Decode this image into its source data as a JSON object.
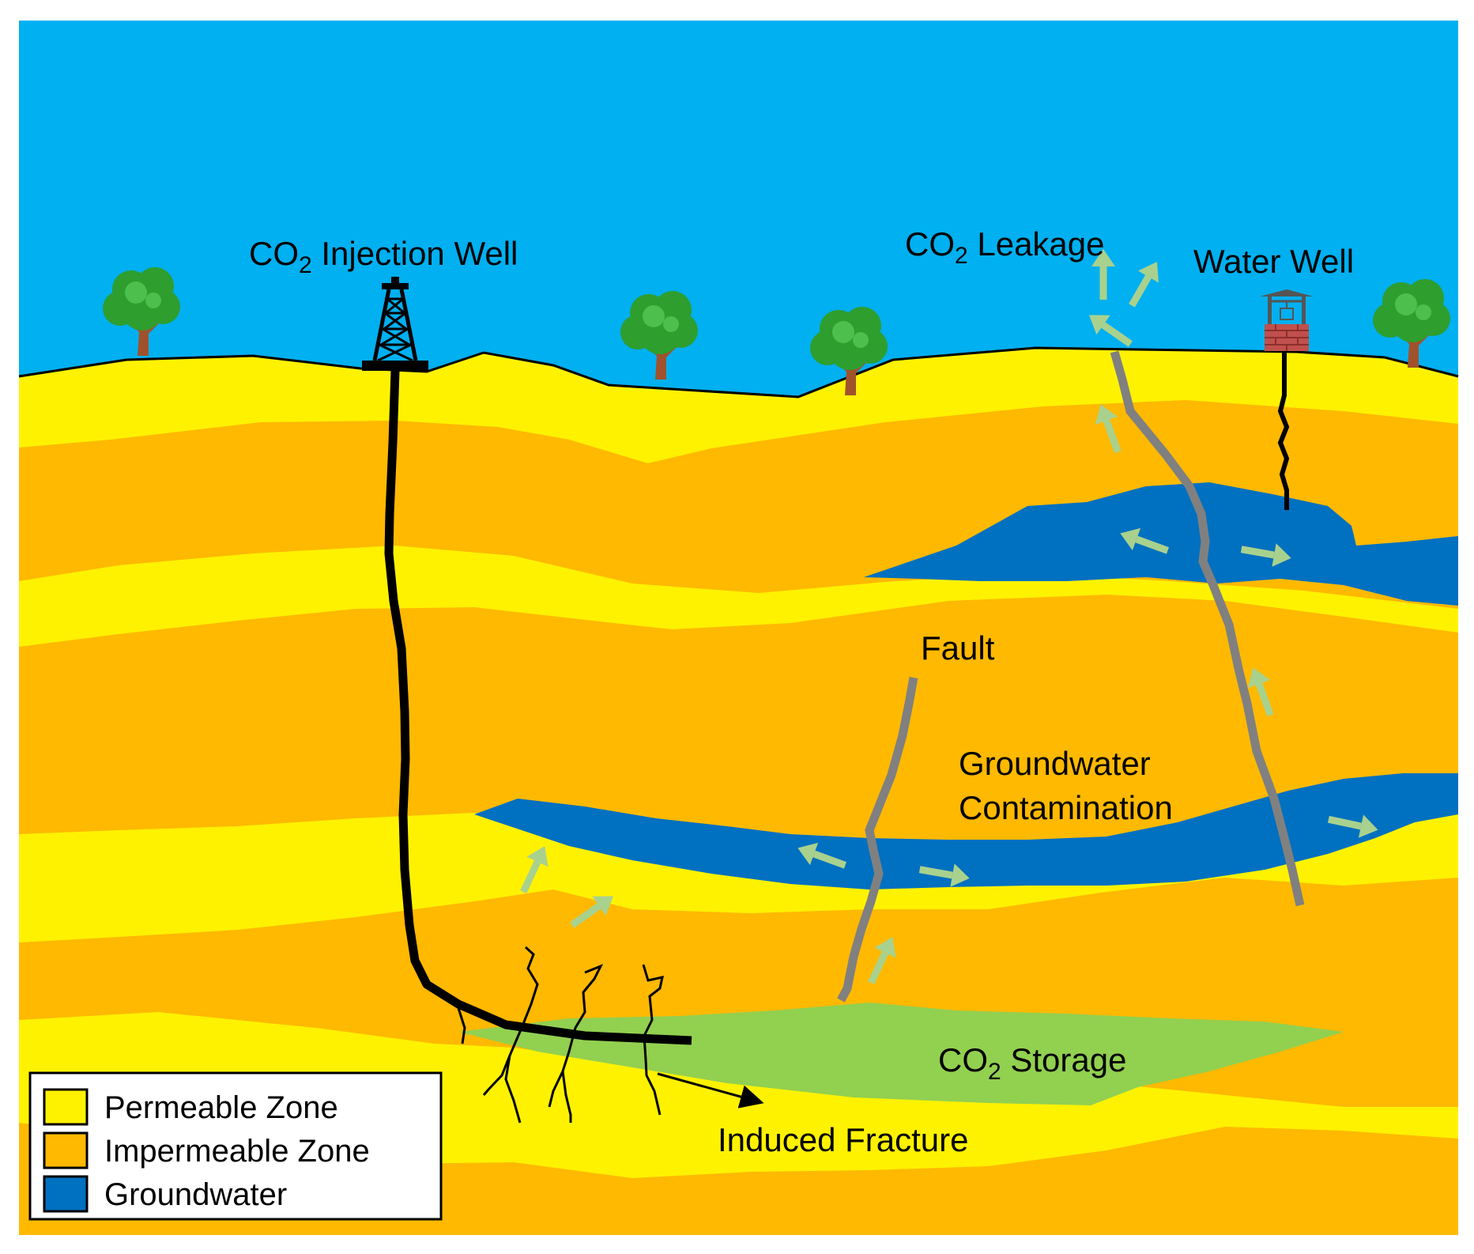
{
  "labels": {
    "injection_well": {
      "prefix": "CO",
      "sub": "2",
      "suffix": " Injection Well"
    },
    "leakage": {
      "prefix": "CO",
      "sub": "2",
      "suffix": " Leakage"
    },
    "water_well": "Water Well",
    "fault": "Fault",
    "contamination_line1": "Groundwater",
    "contamination_line2": "Contamination",
    "storage": {
      "prefix": "CO",
      "sub": "2",
      "suffix": " Storage"
    },
    "induced_fracture": "Induced Fracture"
  },
  "legend": [
    {
      "label": "Permeable Zone",
      "color": "#FFF200"
    },
    {
      "label": "Impermeable Zone",
      "color": "#FFB900"
    },
    {
      "label": "Groundwater",
      "color": "#0070C0"
    }
  ],
  "colors": {
    "sky": "#00B0F0",
    "permeable": "#FFF200",
    "impermeable": "#FFB900",
    "groundwater": "#0070C0",
    "co2_storage": "#92D050",
    "co2_arrow": "#A9D18E",
    "fault": "#808080",
    "tree_foliage": "#2E9E2E",
    "tree_trunk": "#A0522D",
    "well_brick": "#C0504D"
  },
  "icons": [
    "tree-icon",
    "derrick-icon",
    "water-well-icon",
    "co2-flow-arrow-icon"
  ]
}
